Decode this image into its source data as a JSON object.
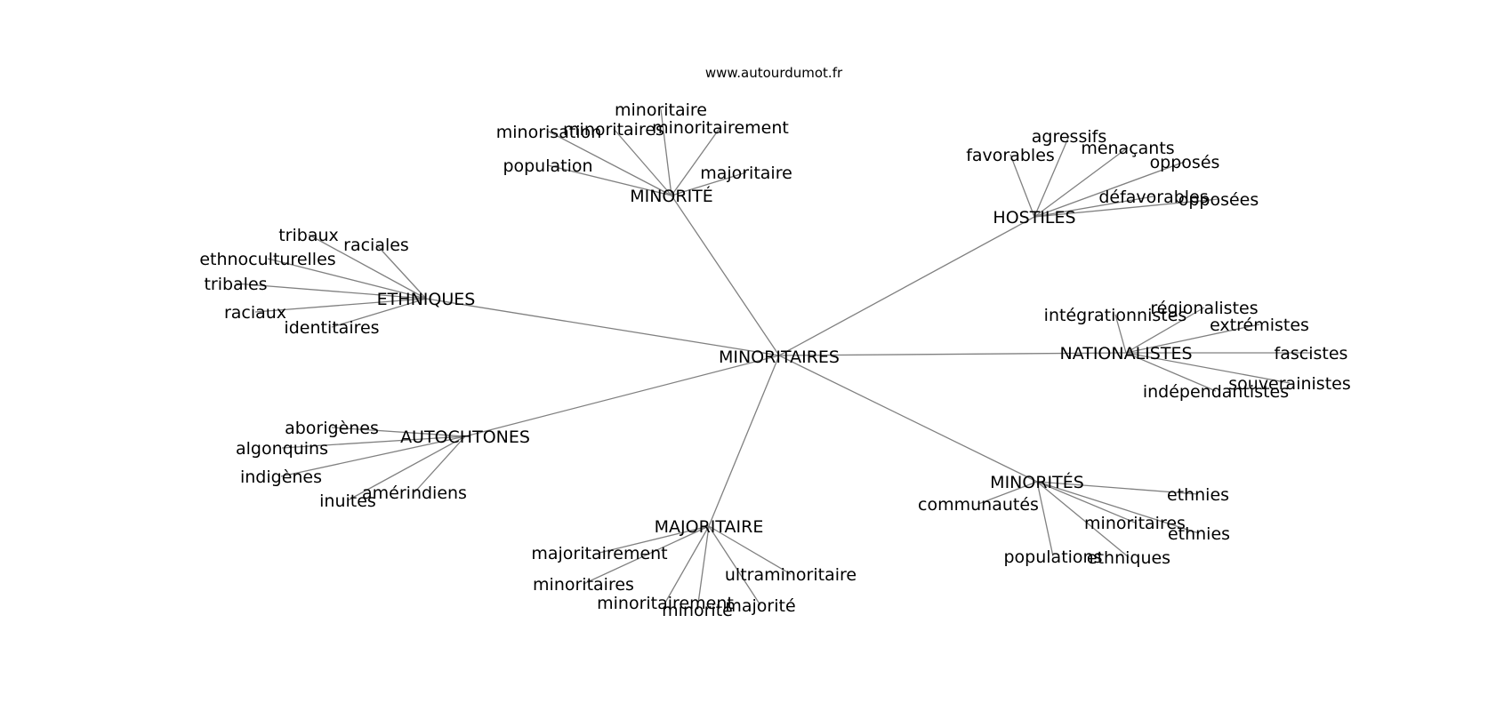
{
  "site": "www.autourdumot.fr",
  "center": "MINORITAIRES",
  "hubs": [
    {
      "label": "MINORITÉ",
      "leaves": [
        "minoritaire",
        "minoritaires",
        "minorisation",
        "minoritairement",
        "population",
        "majoritaire"
      ]
    },
    {
      "label": "HOSTILES",
      "leaves": [
        "agressifs",
        "favorables",
        "menaçants",
        "opposés",
        "défavorables",
        "opposées"
      ]
    },
    {
      "label": "ETHNIQUES",
      "leaves": [
        "tribaux",
        "raciales",
        "ethnoculturelles",
        "tribales",
        "raciaux",
        "identitaires"
      ]
    },
    {
      "label": "NATIONALISTES",
      "leaves": [
        "intégrationnistes",
        "régionalistes",
        "extrémistes",
        "fascistes",
        "souverainistes",
        "indépendantistes"
      ]
    },
    {
      "label": "AUTOCHTONES",
      "leaves": [
        "aborigènes",
        "algonquins",
        "indigènes",
        "amérindiens",
        "inuites"
      ]
    },
    {
      "label": "MINORITÉS",
      "leaves": [
        "communautés",
        "ethnies",
        "minoritaires",
        "ethnies",
        "populations",
        "ethniques"
      ]
    },
    {
      "label": "MAJORITAIRE",
      "leaves": [
        "majoritairement",
        "minoritaires",
        "ultraminoritaire",
        "minoritairement",
        "minorité",
        "majorité"
      ]
    }
  ]
}
